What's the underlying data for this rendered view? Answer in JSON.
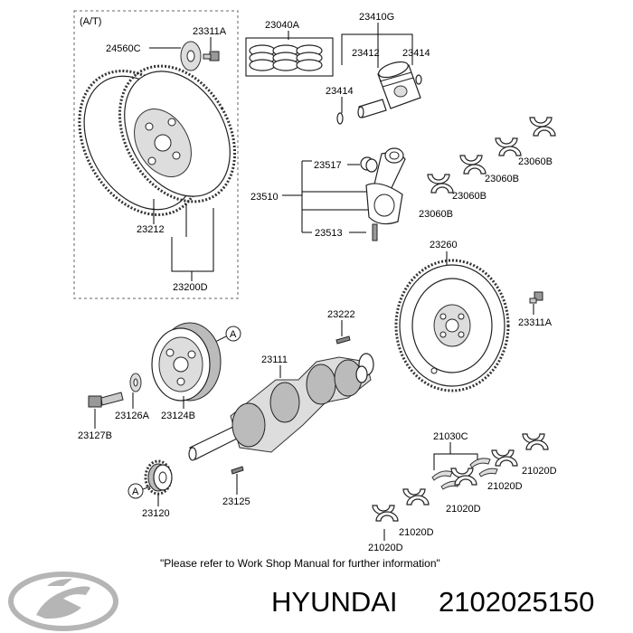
{
  "labels": {
    "at_marker": "(A/T)",
    "p23311A_top": "23311A",
    "p24560C": "24560C",
    "p23040A": "23040A",
    "p23410G": "23410G",
    "p23412": "23412",
    "p23414_right": "23414",
    "p23414_left": "23414",
    "p23212": "23212",
    "p23200D": "23200D",
    "p23517": "23517",
    "p23510": "23510",
    "p23513": "23513",
    "p23060B_1": "23060B",
    "p23060B_2": "23060B",
    "p23060B_3": "23060B",
    "p23060B_4": "23060B",
    "p23260": "23260",
    "p23311A_right": "23311A",
    "p23222": "23222",
    "p23111": "23111",
    "callout_a_pulley": "A",
    "callout_a_gear": "A",
    "p23127B": "23127B",
    "p23126A": "23126A",
    "p23124B": "23124B",
    "p23125": "23125",
    "p23120": "23120",
    "p21030C": "21030C",
    "p21020D_1": "21020D",
    "p21020D_2": "21020D",
    "p21020D_3": "21020D",
    "p21020D_4": "21020D"
  },
  "footnote": "\"Please refer to Work Shop Manual for further information\"",
  "brand": {
    "name": "HYUNDAI",
    "part_number": "2102025150"
  }
}
